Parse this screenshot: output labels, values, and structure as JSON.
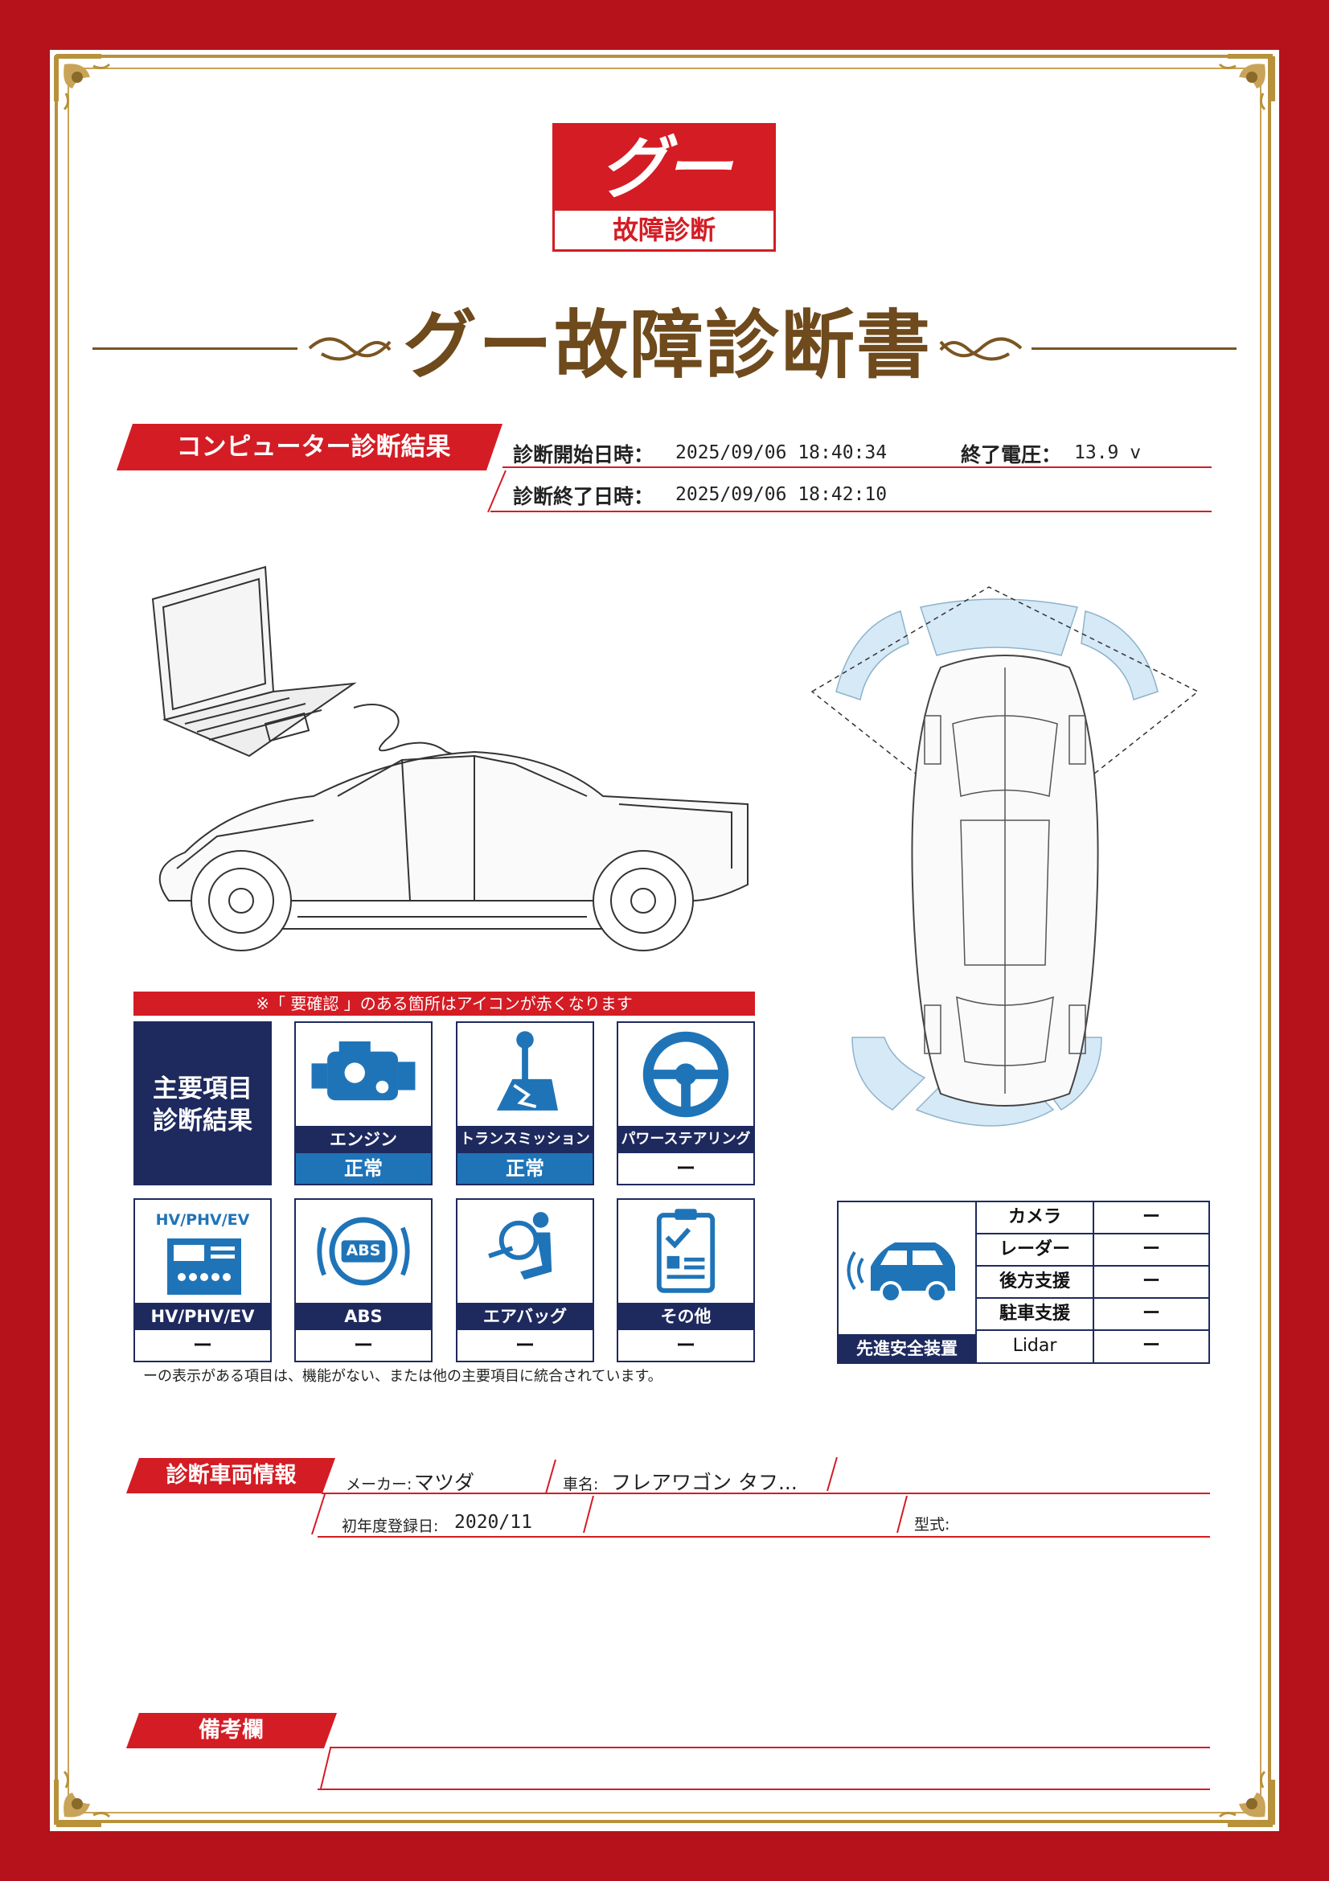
{
  "logo": {
    "brand": "グー",
    "sub": "故障診断"
  },
  "title": "グー故障診断書",
  "computer": {
    "section_label": "コンピューター診断結果",
    "start_label": "診断開始日時：",
    "start_value": "2025/09/06 18:40:34",
    "voltage_label": "終了電圧：",
    "voltage_value": "13.9 v",
    "end_label": "診断終了日時：",
    "end_value": "2025/09/06 18:42:10"
  },
  "notice": "※「 要確認 」のある箇所はアイコンが赤くなります",
  "main_items_title_1": "主要項目",
  "main_items_title_2": "診断結果",
  "hv_icon_text": "HV/PHV/EV",
  "abs_icon_text": "ABS",
  "tiles": [
    {
      "name": "エンジン",
      "status": "正常",
      "icon": "engine-icon"
    },
    {
      "name": "トランスミッション",
      "status": "正常",
      "icon": "shift-lever-icon"
    },
    {
      "name": "パワーステアリング",
      "status": "ー",
      "icon": "steering-wheel-icon"
    },
    {
      "name": "HV/PHV/EV",
      "status": "ー",
      "icon": "battery-icon"
    },
    {
      "name": "ABS",
      "status": "ー",
      "icon": "abs-icon"
    },
    {
      "name": "エアバッグ",
      "status": "ー",
      "icon": "airbag-icon"
    },
    {
      "name": "その他",
      "status": "ー",
      "icon": "clipboard-icon"
    }
  ],
  "footnote": "ーの表示がある項目は、機能がない、または他の主要項目に統合されています。",
  "adas": {
    "label": "先進安全装置",
    "rows": [
      {
        "name": "カメラ",
        "value": "ー"
      },
      {
        "name": "レーダー",
        "value": "ー"
      },
      {
        "name": "後方支援",
        "value": "ー"
      },
      {
        "name": "駐車支援",
        "value": "ー"
      },
      {
        "name": "Lidar",
        "value": "ー"
      }
    ]
  },
  "vehicle": {
    "section_label": "診断車両情報",
    "maker_label": "メーカー:",
    "maker_value": "マツダ",
    "car_label": "車名:",
    "car_value": "フレアワゴン タフ...",
    "reg_label": "初年度登録日:",
    "reg_value": "2020/11",
    "model_label": "型式:"
  },
  "remarks": {
    "label": "備考欄"
  },
  "colors": {
    "frame_red": "#b5121b",
    "gold": "#b8923a",
    "navy": "#1e2a5e",
    "ok_blue": "#1f74b8",
    "accent_red": "#d41c24"
  }
}
